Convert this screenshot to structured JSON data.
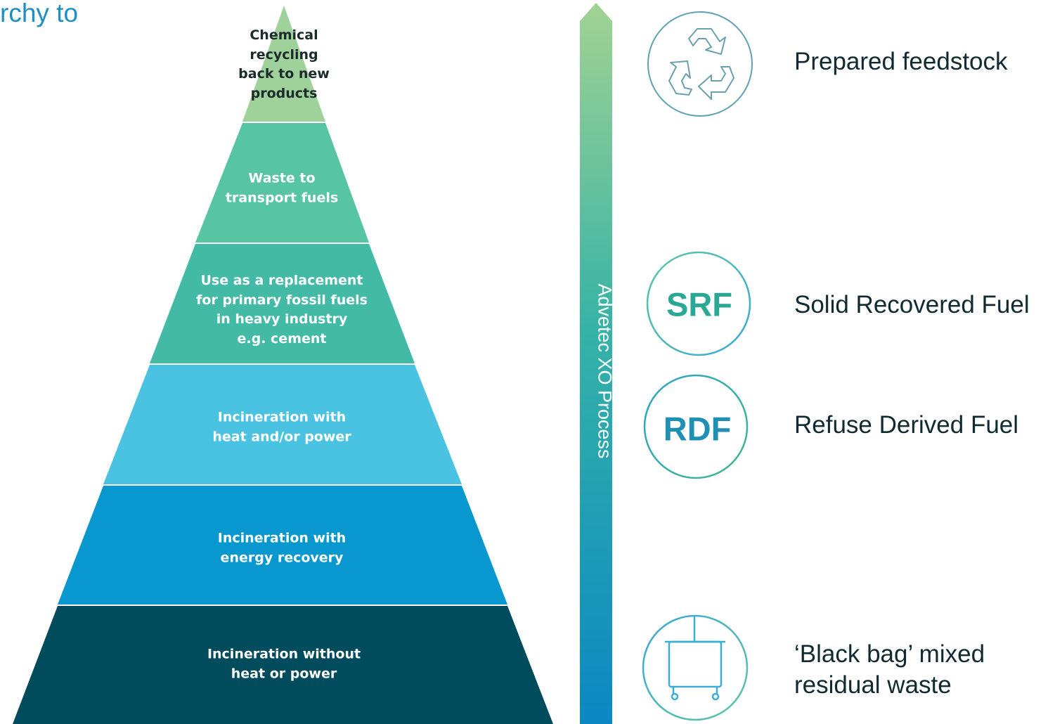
{
  "title_fragment": "rchy to",
  "pyramid": {
    "tiers": [
      {
        "label": "Chemical\nrecycling\nback to new\nproducts",
        "color": "#9fd29a"
      },
      {
        "label": "Waste to\ntransport fuels",
        "color": "#58c5a2"
      },
      {
        "label": "Use as a replacement\nfor primary fossil fuels\nin heavy industry\ne.g. cement",
        "color": "#43baa6"
      },
      {
        "label": "Incineration with\nheat and/or power",
        "color": "#4ac3e3"
      },
      {
        "label": "Incineration with\nenergy recovery",
        "color": "#0898cf"
      },
      {
        "label": "Incineration without\nheat or power",
        "color": "#004b5c"
      }
    ]
  },
  "process_arrow": {
    "label": "Advetec XO Process",
    "color_top": "#a2d293",
    "color_mid": "#36b3a6",
    "color_bottom": "#0b87c4"
  },
  "outputs": [
    {
      "icon": "recycle-icon",
      "label": "Prepared feedstock"
    },
    {
      "icon": "srf-badge",
      "badge_text": "SRF",
      "label": "Solid Recovered Fuel"
    },
    {
      "icon": "rdf-badge",
      "badge_text": "RDF",
      "label": "Refuse Derived Fuel"
    },
    {
      "icon": "waste-bin-icon",
      "label": "‘Black bag’ mixed\nresidual waste"
    }
  ]
}
